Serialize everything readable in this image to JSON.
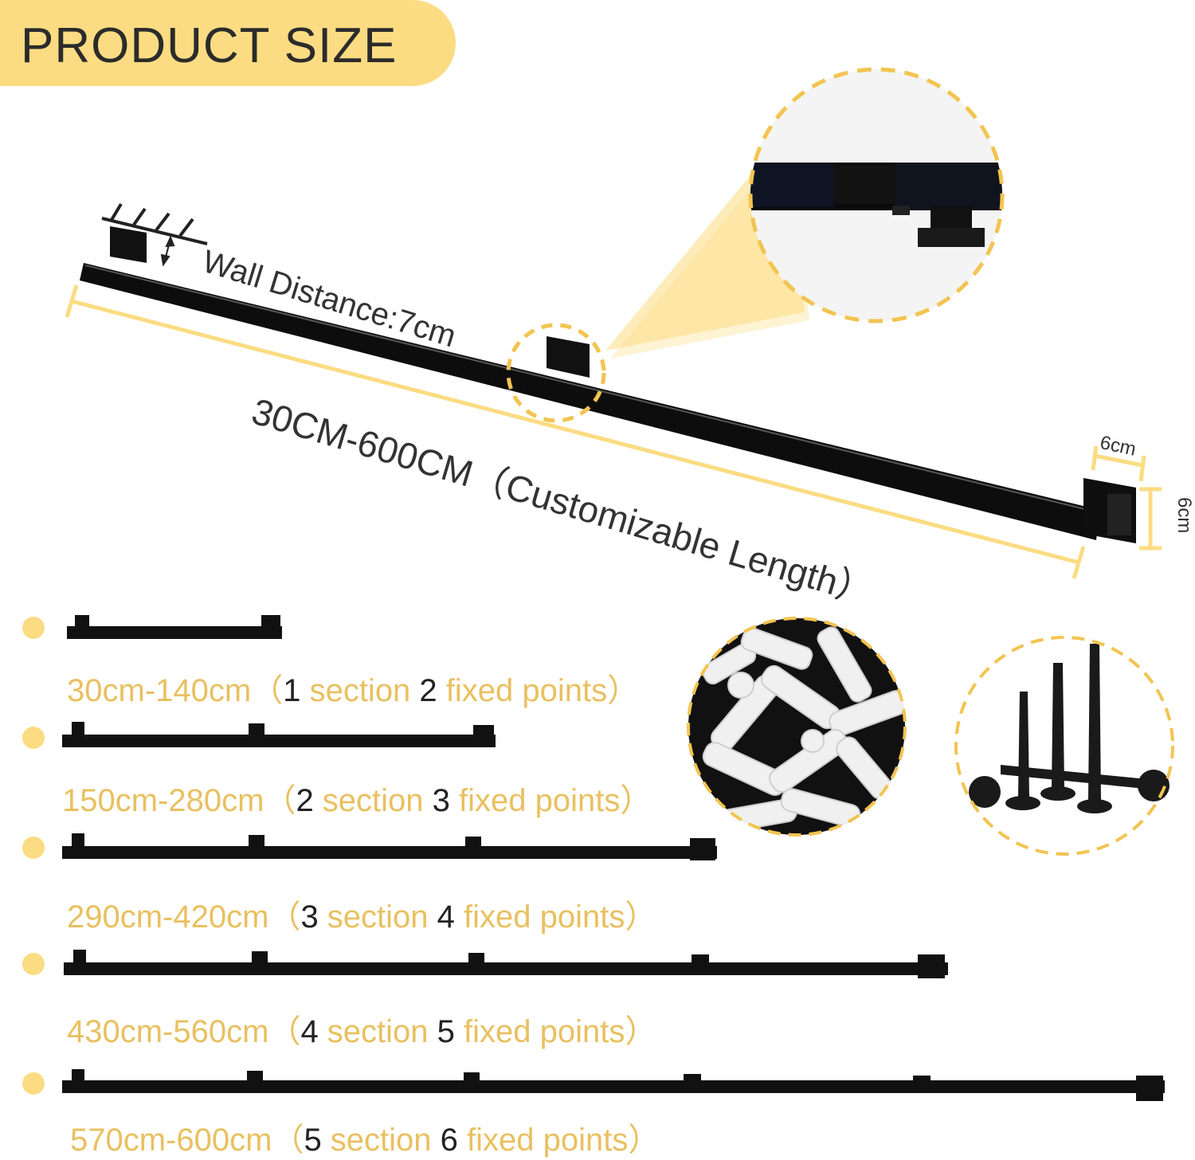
{
  "header": {
    "title": "PRODUCT SIZE"
  },
  "diagram": {
    "wall_distance": "Wall Distance:7cm",
    "length_range": "30CM-600CM（Customizable Length）",
    "bracket_width": "6cm",
    "bracket_height": "6cm"
  },
  "options": [
    {
      "range": "30cm-140cm",
      "open": "（",
      "sections": "1",
      "section_word": " section ",
      "points": "2",
      "points_word": " fixed points",
      "close": "）",
      "fixed_points": 2
    },
    {
      "range": "150cm-280cm",
      "open": "（",
      "sections": "2",
      "section_word": " section ",
      "points": "3",
      "points_word": " fixed points",
      "close": "）",
      "fixed_points": 3
    },
    {
      "range": "290cm-420cm",
      "open": "（",
      "sections": "3",
      "section_word": " section ",
      "points": "4",
      "points_word": " fixed points",
      "close": "）",
      "fixed_points": 4
    },
    {
      "range": "430cm-560cm",
      "open": "（",
      "sections": "4",
      "section_word": " section ",
      "points": "5",
      "points_word": " fixed points",
      "close": "）",
      "fixed_points": 5
    },
    {
      "range": "570cm-600cm",
      "open": "（",
      "sections": "5",
      "section_word": " section ",
      "points": "6",
      "points_word": " fixed points",
      "close": "）",
      "fixed_points": 6
    }
  ],
  "colors": {
    "accent": "#FBDC82",
    "range_text": "#E9C060",
    "metal": "#111111"
  }
}
